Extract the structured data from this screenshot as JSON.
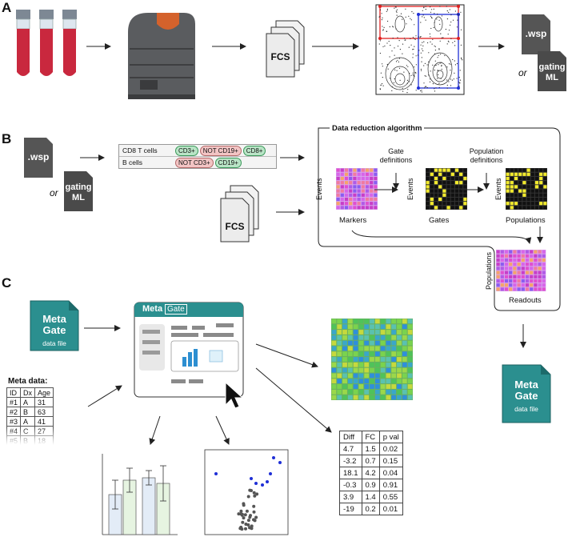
{
  "panels": {
    "a": "A",
    "b": "B",
    "c": "C"
  },
  "files": {
    "fcs": "FCS",
    "wsp": ".wsp",
    "or": "or",
    "gating_ml_1": "gating",
    "gating_ml_2": "ML"
  },
  "gate_table": {
    "rows": [
      {
        "name": "CD8 T cells",
        "chips": [
          {
            "text": "CD3+",
            "kind": "pos"
          },
          {
            "text": "NOT CD19+",
            "kind": "neg"
          },
          {
            "text": "CD8+",
            "kind": "pos"
          }
        ]
      },
      {
        "name": "B cells",
        "chips": [
          {
            "text": "NOT CD3+",
            "kind": "neg"
          },
          {
            "text": "CD19+",
            "kind": "pos"
          }
        ]
      }
    ]
  },
  "algorithm": {
    "title": "Data reduction algorithm",
    "gate_definitions_1": "Gate",
    "gate_definitions_2": "definitions",
    "population_definitions_1": "Population",
    "population_definitions_2": "definitions",
    "events": "Events",
    "markers": "Markers",
    "gates": "Gates",
    "populations": "Populations",
    "readouts": "Readouts"
  },
  "metagate_file": {
    "line1": "Meta",
    "line2": "Gate",
    "line3": "data file"
  },
  "app": {
    "brand_left": "Meta",
    "brand_right": "Gate"
  },
  "meta_data": {
    "title": "Meta data:",
    "headers": [
      "ID",
      "Dx",
      "Age"
    ],
    "rows": [
      [
        "#1",
        "A",
        "31"
      ],
      [
        "#2",
        "B",
        "63"
      ],
      [
        "#3",
        "A",
        "41"
      ],
      [
        "#4",
        "C",
        "27"
      ],
      [
        "#5",
        "B",
        "18"
      ]
    ]
  },
  "results": {
    "headers": [
      "Diff",
      "FC",
      "p val"
    ],
    "rows": [
      [
        "4.7",
        "1.5",
        "0.02"
      ],
      [
        "-3.2",
        "0.7",
        "0.15"
      ],
      [
        "18.1",
        "4.2",
        "0.04"
      ],
      [
        "-0.3",
        "0.9",
        "0.91"
      ],
      [
        "3.9",
        "1.4",
        "0.55"
      ],
      [
        "-19",
        "0.2",
        "0.01"
      ]
    ]
  },
  "colors": {
    "teal": "#2b8f8f",
    "tube_red": "#c9283e",
    "dark_doc": "#4a4a4a",
    "blue_point": "#1f2fd6",
    "grey_point": "#555555"
  }
}
